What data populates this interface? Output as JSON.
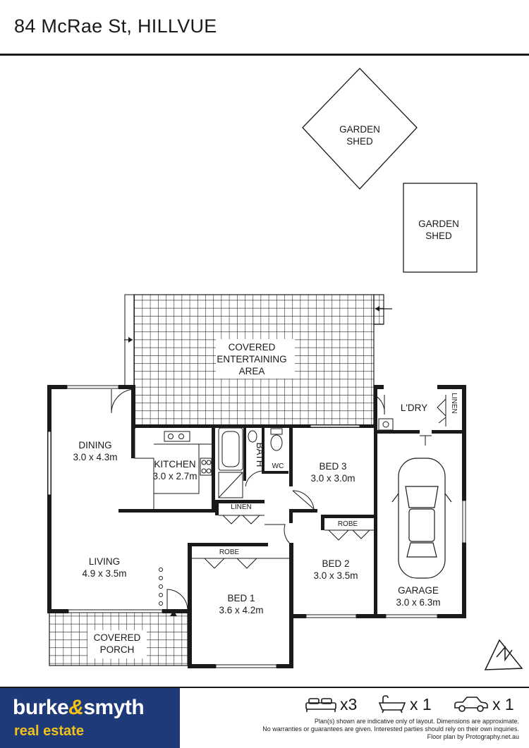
{
  "header": {
    "title": "84 McRae St, HILLVUE"
  },
  "rooms": {
    "garden_shed_1": [
      "GARDEN",
      "SHED"
    ],
    "garden_shed_2": [
      "GARDEN",
      "SHED"
    ],
    "covered_entertaining": [
      "COVERED",
      "ENTERTAINING",
      "AREA"
    ],
    "dining": {
      "name": "DINING",
      "dims": "3.0 x 4.3m"
    },
    "kitchen": {
      "name": "KITCHEN",
      "dims": "3.0 x 2.7m"
    },
    "bath": "BATH",
    "wc": "WC",
    "linen_hall": "LINEN",
    "bed3": {
      "name": "BED 3",
      "dims": "3.0 x 3.0m"
    },
    "laundry": "L'DRY",
    "linen_laundry": "LINEN",
    "garage": {
      "name": "GARAGE",
      "dims": "3.0 x 6.3m"
    },
    "living": {
      "name": "LIVING",
      "dims": "4.9 x 3.5m"
    },
    "robe_bed1": "ROBE",
    "bed1": {
      "name": "BED 1",
      "dims": "3.6 x 4.2m"
    },
    "robe_bed2": "ROBE",
    "bed2": {
      "name": "BED 2",
      "dims": "3.0 x 3.5m"
    },
    "covered_porch": [
      "COVERED",
      "PORCH"
    ]
  },
  "north_icon": "north-arrow-icon",
  "footer": {
    "logo_line1_a": "burke",
    "logo_line1_amp": "&",
    "logo_line1_b": "smyth",
    "logo_line2": "real estate",
    "features": [
      {
        "icon": "bed-icon",
        "count": "x3"
      },
      {
        "icon": "bath-icon",
        "count": "x 1"
      },
      {
        "icon": "car-icon",
        "count": "x 1"
      }
    ],
    "disclaimer": [
      "Plan(s) shown are indicative only of layout. Dimensions are approximate.",
      "No warranties or guarantees are given. Interested parties should rely on their own inquiries.",
      "Floor plan by Protography.net.au"
    ]
  },
  "colors": {
    "brand_blue": "#1e3a78",
    "brand_yellow": "#f2c21b",
    "wall": "#1a1a1a"
  }
}
